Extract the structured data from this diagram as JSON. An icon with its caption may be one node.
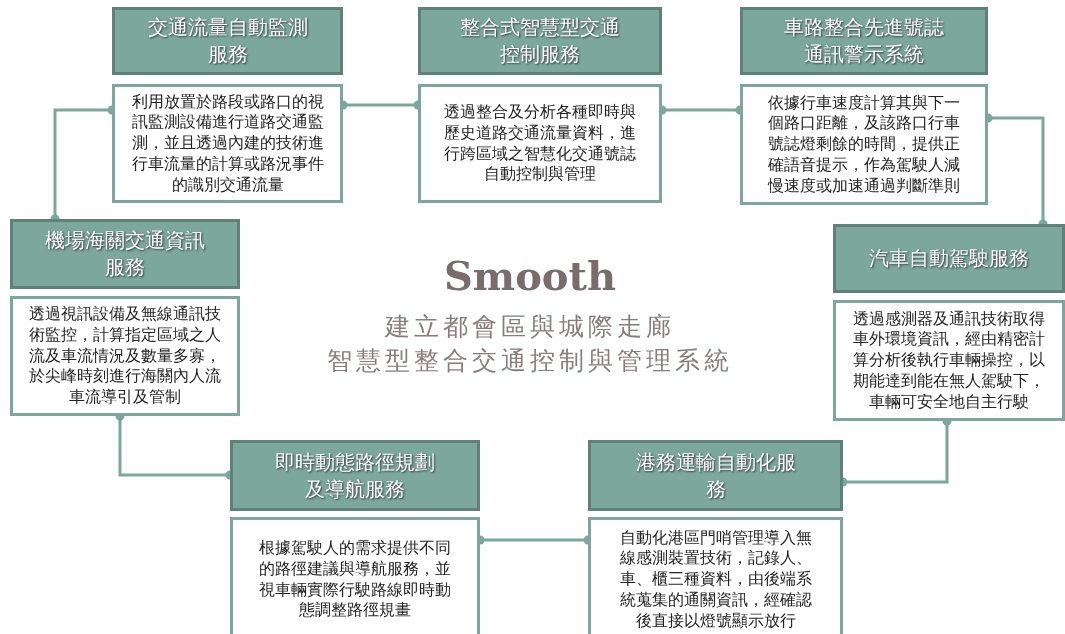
{
  "diagram": {
    "title": "Smooth",
    "nodes": [
      {
        "text": [
          "交通流量自動監測服務"
        ]
      },
      {
        "text": [
          "利用放置於路段或路口的視訊監測設備進行道路交通監測，並且透過內建的技術進行車流量的計算或路況事件的識別交通流量"
        ]
      },
      {
        "text": [
          "整合式智慧型交通控制服務"
        ]
      },
      {
        "text": [
          "透過整合及分析各種即時與歷史道路交通流量資料，進行跨區域之智慧化交通號誌自動控制與管理"
        ]
      },
      {
        "text": [
          "車路整合先進號誌通訊警示系統"
        ]
      },
      {
        "text": [
          "依據行車速度計算其與下一個路口距離，及該路口行車號誌燈剩餘的時間，提供正確語音提示，作為駕駛人減慢速度或加速通過判斷準則"
        ]
      },
      {
        "text": [
          "汽車自動駕駛服務"
        ]
      },
      {
        "text": [
          "透過感測器及通訊技術取得車外環境資訊，經由精密計算分析後執行車輛操控，以期能達到能在無人駕駛下，車輛可安全地自主行駛"
        ]
      },
      {
        "text": [
          "港務運輸自動化服務"
        ]
      },
      {
        "text": [
          "自動化港區門哨管理導入無線感測裝置技術，記錄人、車、櫃三種資料，由後端系統蒐集的通關資訊，經確認後直接以燈號顯示放行"
        ]
      },
      {
        "text": [
          "即時動態路徑規劃及導航服務"
        ]
      },
      {
        "text": [
          "根據駕駛人的需求提供不同的路徑建議與導航服務，並視車輛實際行駛路線即時動態調整路徑規畫"
        ]
      },
      {
        "text": [
          "機場海關交通資訊服務"
        ]
      },
      {
        "text": [
          "透過視訊設備及無線通訊技術監控，計算指定區域之人流及車流情況及數量多寡，於尖峰時刻進行海關內人流車流導引及管制"
        ]
      }
    ],
    "edges": [
      {
        "from": 1,
        "to": 3,
        "arrow": "other"
      },
      {
        "from": 3,
        "to": 5,
        "arrow": "other"
      },
      {
        "from": 5,
        "to": 6,
        "arrow": "other"
      },
      {
        "from": 7,
        "to": 8,
        "arrow": "other"
      },
      {
        "from": 9,
        "to": 11,
        "arrow": "other"
      },
      {
        "from": 13,
        "to": 10,
        "arrow": "other"
      },
      {
        "from": 12,
        "to": 1,
        "arrow": "other"
      }
    ],
    "labels": [
      "建立都會區與城際走廊",
      "智慧型整合交通控制與管理系統"
    ]
  }
}
